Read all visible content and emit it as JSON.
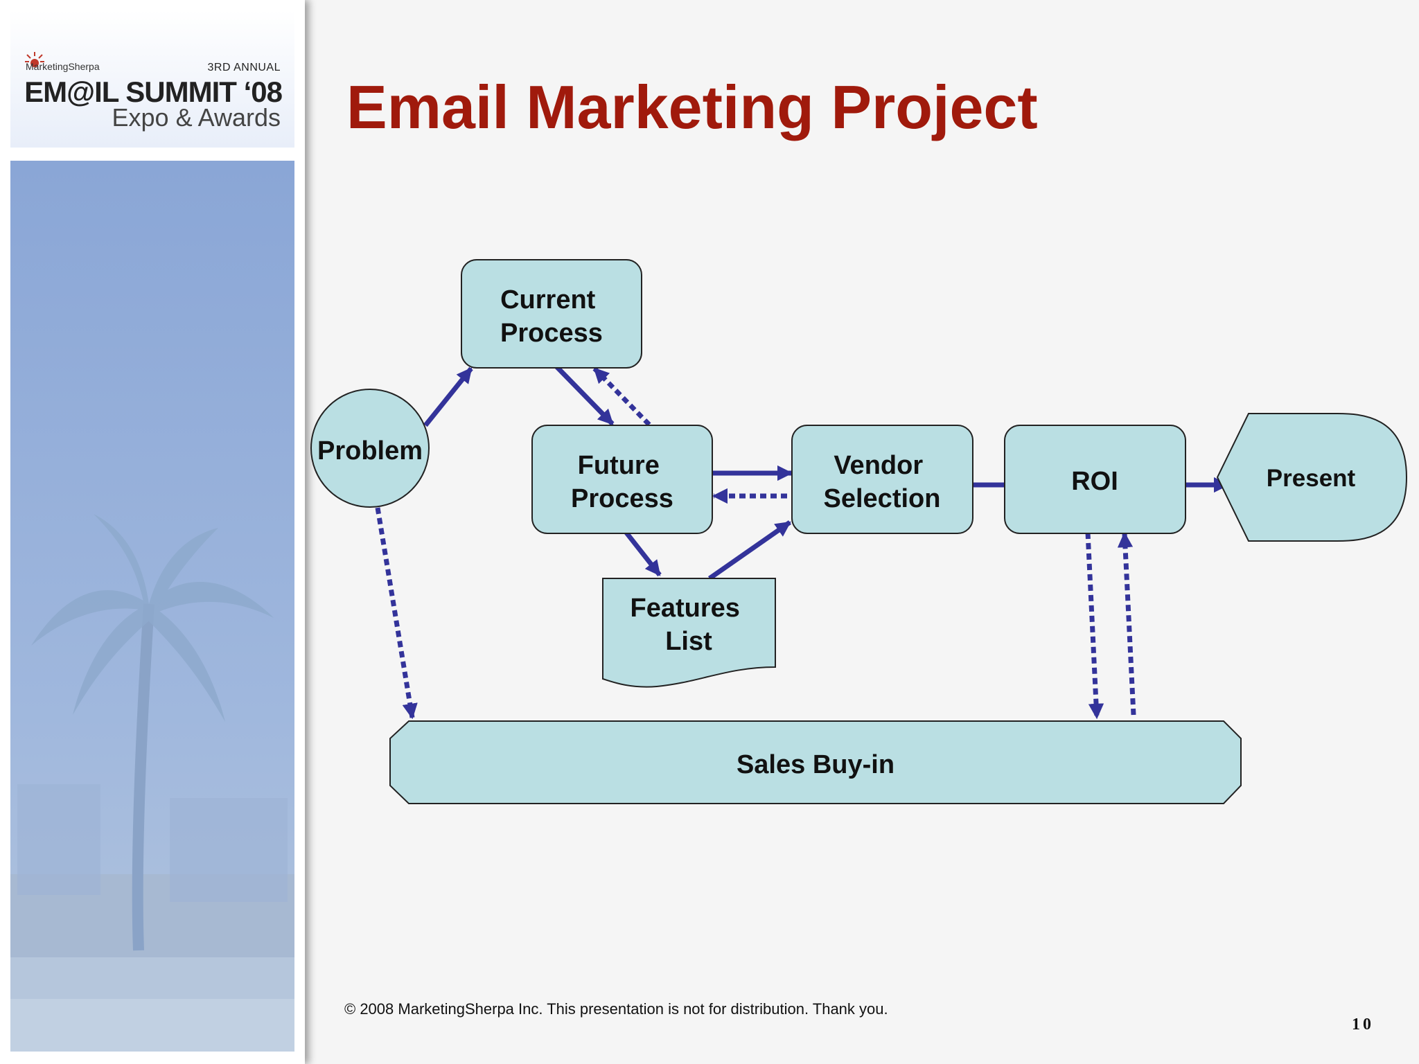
{
  "logo": {
    "brand": "MarketingSherpa",
    "annual": "3RD ANNUAL",
    "title": "EM@IL SUMMIT ‘08",
    "subtitle": "Expo & Awards"
  },
  "title": "Email Marketing Project",
  "nodes": {
    "current_process": [
      "Current",
      "Process"
    ],
    "problem": [
      "Problem"
    ],
    "future_process": [
      "Future",
      "Process"
    ],
    "vendor_selection": [
      "Vendor",
      "Selection"
    ],
    "roi": [
      "ROI"
    ],
    "present": [
      "Present"
    ],
    "features_list": [
      "Features",
      "List"
    ],
    "sales_buyin": [
      "Sales Buy-in"
    ]
  },
  "colors": {
    "node_fill": "#badfe3",
    "node_stroke": "#222222",
    "arrow": "#33339a",
    "title": "#a01a0c"
  },
  "footer": "© 2008 MarketingSherpa Inc. This presentation is not for distribution. Thank you.",
  "page_number": "10"
}
